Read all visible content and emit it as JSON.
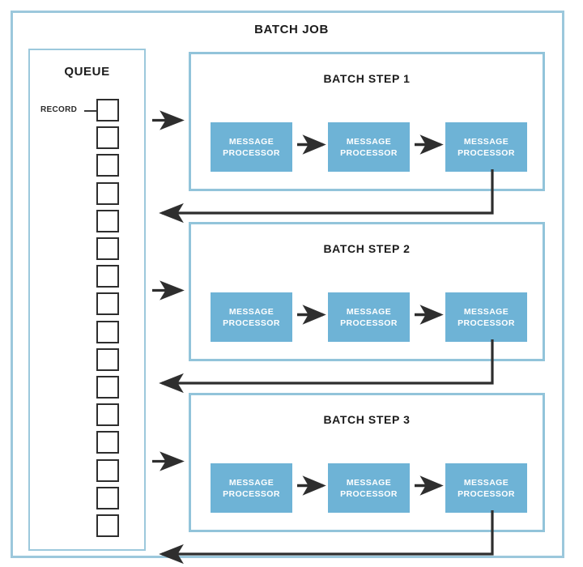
{
  "diagram": {
    "title": "BATCH JOB",
    "type": "flow-diagram",
    "queue": {
      "title": "QUEUE",
      "record_label": "RECORD",
      "record_count": 16
    },
    "steps": [
      {
        "title": "BATCH STEP 1",
        "processors": [
          {
            "line1": "MESSAGE",
            "line2": "PROCESSOR"
          },
          {
            "line1": "MESSAGE",
            "line2": "PROCESSOR"
          },
          {
            "line1": "MESSAGE",
            "line2": "PROCESSOR"
          }
        ]
      },
      {
        "title": "BATCH STEP 2",
        "processors": [
          {
            "line1": "MESSAGE",
            "line2": "PROCESSOR"
          },
          {
            "line1": "MESSAGE",
            "line2": "PROCESSOR"
          },
          {
            "line1": "MESSAGE",
            "line2": "PROCESSOR"
          }
        ]
      },
      {
        "title": "BATCH STEP 3",
        "processors": [
          {
            "line1": "MESSAGE",
            "line2": "PROCESSOR"
          },
          {
            "line1": "MESSAGE",
            "line2": "PROCESSOR"
          },
          {
            "line1": "MESSAGE",
            "line2": "PROCESSOR"
          }
        ]
      }
    ],
    "colors": {
      "frame_border": "#9CC8DC",
      "step_border": "#92C4DA",
      "processor_fill": "#6EB3D6",
      "processor_text": "#FFFFFF",
      "arrow": "#2E2E2E",
      "record_border": "#2E2E2E",
      "background": "#FFFFFF",
      "title_text": "#1B1B1B"
    }
  }
}
